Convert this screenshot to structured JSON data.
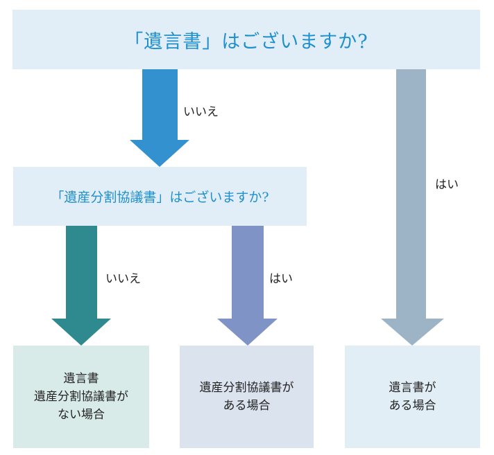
{
  "question1": "「遺言書」はございますか?",
  "question2": "「遺産分割協議書」はございますか?",
  "labels": {
    "no_top": "いいえ",
    "yes_right": "はい",
    "no_left": "いいえ",
    "yes_middle": "はい"
  },
  "results": {
    "left": [
      "遺言書",
      "遺産分割協議書が",
      "ない場合"
    ],
    "middle": [
      "遺産分割協議書が",
      "ある場合"
    ],
    "right": [
      "遺言書が",
      "ある場合"
    ]
  },
  "colors": {
    "arrow_no_top": "#3391d0",
    "arrow_yes_right": "#9db3c6",
    "arrow_no_left": "#2f8a8f",
    "arrow_yes_middle": "#7f93c6"
  }
}
